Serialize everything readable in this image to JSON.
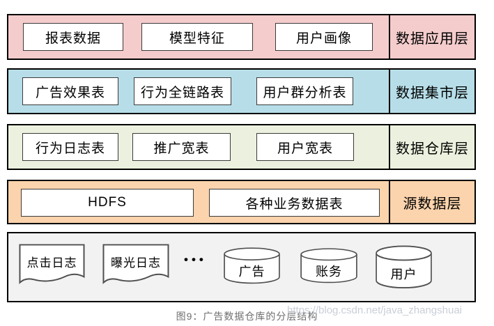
{
  "page": {
    "caption": "图9：广告数据仓库的分层结构",
    "watermark": "https://blog.csdn.net/java_zhangshuai"
  },
  "layers": [
    {
      "name": "数据应用层",
      "color": "#f4cccc",
      "boxes": [
        "报表数据",
        "模型特征",
        "用户画像"
      ]
    },
    {
      "name": "数据集市层",
      "color": "#b7dee8",
      "boxes": [
        "广告效果表",
        "行为全链路表",
        "用户群分析表"
      ]
    },
    {
      "name": "数据仓库层",
      "color": "#ebf1de",
      "boxes": [
        "行为日志表",
        "推广宽表",
        "用户宽表"
      ]
    },
    {
      "name": "源数据层",
      "color": "#fbd3ac",
      "boxes": [
        "HDFS",
        "各种业务数据表"
      ]
    }
  ],
  "sources": {
    "documents": [
      "点击日志",
      "曝光日志"
    ],
    "ellipsis": "•••",
    "databases": [
      "广告",
      "账务",
      "用户"
    ]
  }
}
